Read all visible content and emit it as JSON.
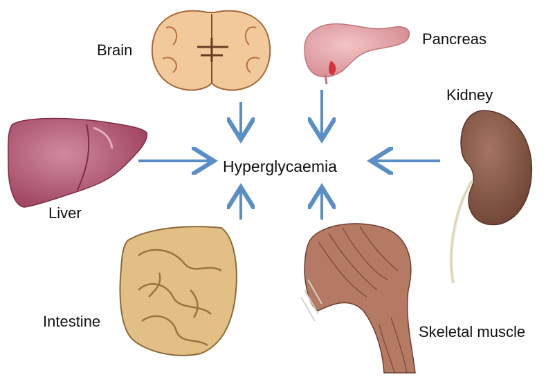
{
  "center": "Hyperglycaemia",
  "organs": {
    "brain": "Brain",
    "pancreas": "Pancreas",
    "kidney": "Kidney",
    "liver": "Liver",
    "intestine": "Intestine",
    "muscle": "Skeletal muscle"
  },
  "colors": {
    "arrow": "#5b8ec6",
    "brain": "#f0c08a",
    "pancreas": "#e8a6a8",
    "kidney": "#8a5a48",
    "liver": "#b5566e",
    "intestine": "#dcb57a",
    "muscle": "#a86b5a"
  }
}
